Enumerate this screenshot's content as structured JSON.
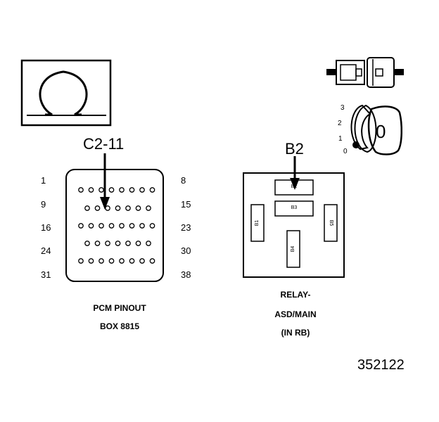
{
  "ohm_symbol": "Ω",
  "pcm": {
    "callout": "C2-11",
    "row_labels_left": [
      "1",
      "9",
      "16",
      "24",
      "31"
    ],
    "row_labels_right": [
      "8",
      "15",
      "23",
      "30",
      "38"
    ],
    "caption_line1": "PCM PINOUT",
    "caption_line2": "BOX 8815"
  },
  "relay": {
    "callout": "B2",
    "terminals": [
      "B2",
      "B3",
      "B1",
      "B5",
      "B4"
    ],
    "caption_line1": "RELAY-",
    "caption_line2": "ASD/MAIN",
    "caption_line3": "(IN RB)"
  },
  "ignition_switch": {
    "positions": [
      "3",
      "2",
      "1",
      "0"
    ],
    "key_position": "0"
  },
  "figure_number": "352122"
}
